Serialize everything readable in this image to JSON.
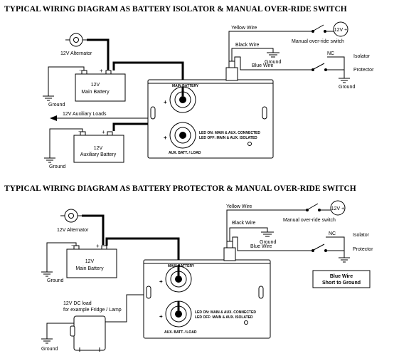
{
  "top": {
    "title": "TYPICAL WIRING DIAGRAM AS BATTERY ISOLATOR & MANUAL OVER-RIDE SWITCH",
    "alternator": "12V Alternator",
    "main_battery_voltage": "12V",
    "main_battery_label": "Main Battery",
    "aux_battery_voltage": "12V",
    "aux_battery_label": "Auxiliary Battery",
    "aux_loads": "12V Auxiliary Loads",
    "ground": "Ground",
    "yellow_wire": "Yellow Wire",
    "black_wire": "Black Wire",
    "blue_wire": "Blue Wire",
    "manual_switch": "Manual over-ride switch",
    "nc": "NC",
    "isolator": "Isolator",
    "protector": "Protector",
    "plus_12v": "12V +",
    "main_terminal": "MAIN BATTERY",
    "aux_terminal": "AUX. BATT. / LOAD",
    "led_on": "LED ON: MAIN & AUX. CONNECTED",
    "led_off": "LED OFF: MAIN & AUX. ISOLATED",
    "plus": "+"
  },
  "bottom": {
    "title": "TYPICAL WIRING DIAGRAM AS BATTERY PROTECTOR & MANUAL OVER-RIDE SWITCH",
    "alternator": "12V Alternator",
    "main_battery_voltage": "12V",
    "main_battery_label": "Main Battery",
    "dc_load_line1": "12V DC load",
    "dc_load_line2": "for example Fridge / Lamp",
    "ground": "Ground",
    "yellow_wire": "Yellow Wire",
    "black_wire": "Black Wire",
    "blue_wire": "Blue Wire",
    "manual_switch": "Manual over-ride switch",
    "nc": "NC",
    "isolator": "Isolator",
    "protector": "Protector",
    "plus_12v": "12V +",
    "blue_note_line1": "Blue Wire",
    "blue_note_line2": "Short to Ground",
    "main_terminal": "MAIN BATTERY",
    "aux_terminal": "AUX. BATT. / LOAD",
    "led_on": "LED ON: MAIN & AUX. CONNECTED",
    "led_off": "LED OFF: MAIN & AUX. ISOLATED",
    "plus": "+"
  }
}
